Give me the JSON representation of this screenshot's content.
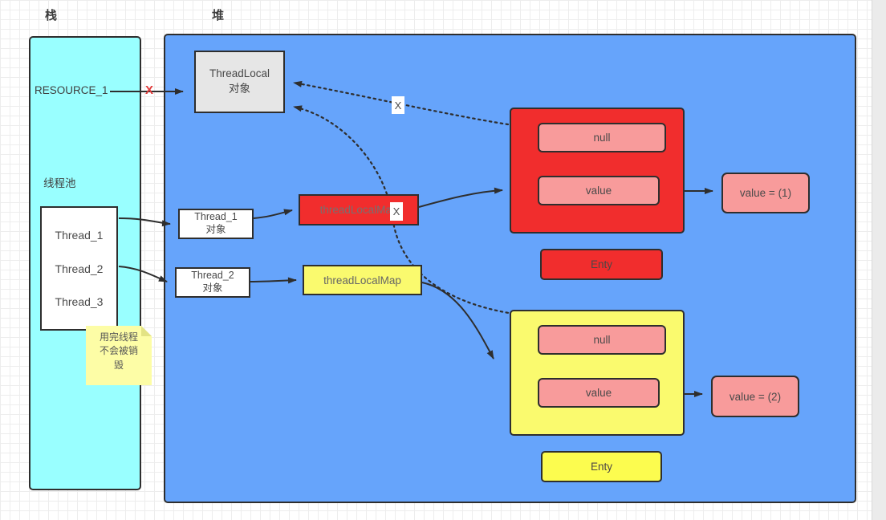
{
  "region_labels": {
    "stack": "栈",
    "heap": "堆"
  },
  "stack": {
    "resource_label": "RESOURCE_1",
    "pool_label": "线程池",
    "threads": [
      "Thread_1",
      "Thread_2",
      "Thread_3"
    ],
    "note_lines": [
      "用完线程",
      "不会被销",
      "毁"
    ]
  },
  "heap": {
    "threadlocal_obj": {
      "line1": "ThreadLocal",
      "line2": "对象"
    },
    "thread1_obj": {
      "line1": "Thread_1",
      "line2": "对象"
    },
    "thread2_obj": {
      "line1": "Thread_2",
      "line2": "对象"
    },
    "map1_label": "threadLocalMap",
    "map2_label": "threadLocalMap",
    "entry1": {
      "slot_null": "null",
      "slot_value": "value",
      "result": "value = (1)",
      "label": "Enty"
    },
    "entry2": {
      "slot_null": "null",
      "slot_value": "value",
      "result": "value = (2)",
      "label": "Enty"
    }
  },
  "marks": {
    "resource_x": "X",
    "ref1_x": "X",
    "ref2_x": "X"
  },
  "colors": {
    "stack_fill": "#99FFFF",
    "heap_fill": "#66A4FB",
    "red": "#F12D2D",
    "pink": "#F89B9B",
    "yellow": "#FAFA6E",
    "yellow_bright": "#FCFC4F",
    "gray_box": "#E6E6E6",
    "note_fill": "#FDFDA6",
    "x_mark_red": "#E23B3B",
    "border": "#2E2E2E"
  }
}
